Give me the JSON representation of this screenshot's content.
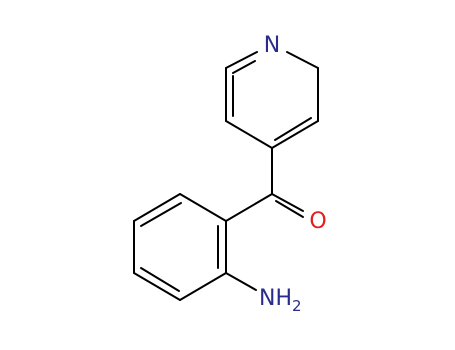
{
  "molecule": {
    "atoms": {
      "pyridine_n": {
        "symbol": "N",
        "color": "#2b2b8c"
      },
      "carbonyl_o": {
        "symbol": "O",
        "color": "#e0201b"
      },
      "amine_n": {
        "symbol": "NH",
        "subscript": "2",
        "color": "#2b2b8c"
      }
    },
    "bond_color": "#000000",
    "background": "#ffffff"
  }
}
